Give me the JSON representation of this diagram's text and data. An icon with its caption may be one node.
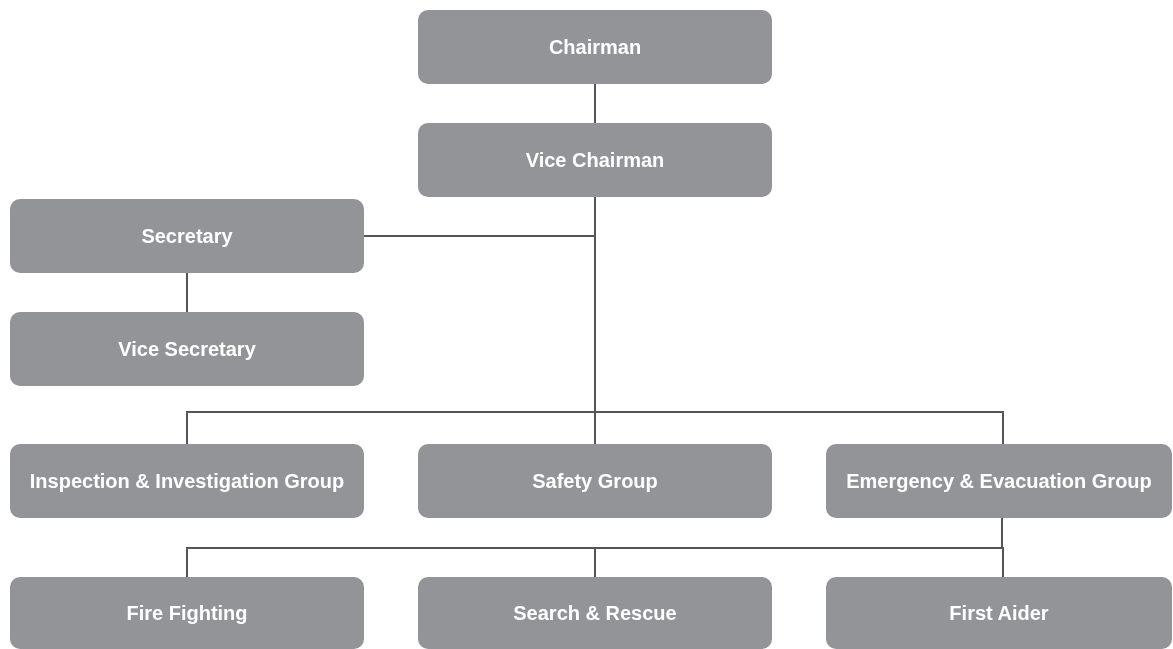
{
  "diagram": {
    "nodes": [
      {
        "text": [
          "Chairman"
        ]
      },
      {
        "text": [
          "Vice Chairman"
        ]
      },
      {
        "text": [
          "Secretary"
        ]
      },
      {
        "text": [
          "Vice Secretary"
        ]
      },
      {
        "text": [
          "Inspection & Investigation Group"
        ]
      },
      {
        "text": [
          "Safety Group"
        ]
      },
      {
        "text": [
          "Emergency & Evacuation Group"
        ]
      },
      {
        "text": [
          "Fire Fighting"
        ]
      },
      {
        "text": [
          "Search & Rescue"
        ]
      },
      {
        "text": [
          "First Aider"
        ]
      }
    ],
    "edges": [
      {
        "from": 0,
        "to": 1,
        "arrow": "none"
      },
      {
        "from": 1,
        "to": 2,
        "arrow": "none"
      },
      {
        "from": 2,
        "to": 3,
        "arrow": "none"
      },
      {
        "from": 1,
        "to": 4,
        "arrow": "none"
      },
      {
        "from": 1,
        "to": 5,
        "arrow": "none"
      },
      {
        "from": 1,
        "to": 6,
        "arrow": "none"
      },
      {
        "from": 6,
        "to": 7,
        "arrow": "none"
      },
      {
        "from": 6,
        "to": 8,
        "arrow": "none"
      },
      {
        "from": 6,
        "to": 9,
        "arrow": "none"
      }
    ]
  }
}
